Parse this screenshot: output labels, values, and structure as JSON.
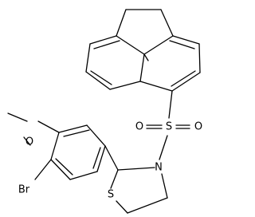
{
  "structure": {
    "atoms": {
      "sulfonyl_s": "S",
      "sulfonyl_o_left": "O",
      "sulfonyl_o_right": "O",
      "ring_n": "N",
      "ring_s": "S",
      "methoxy_o": "O",
      "bromine": "Br"
    }
  }
}
